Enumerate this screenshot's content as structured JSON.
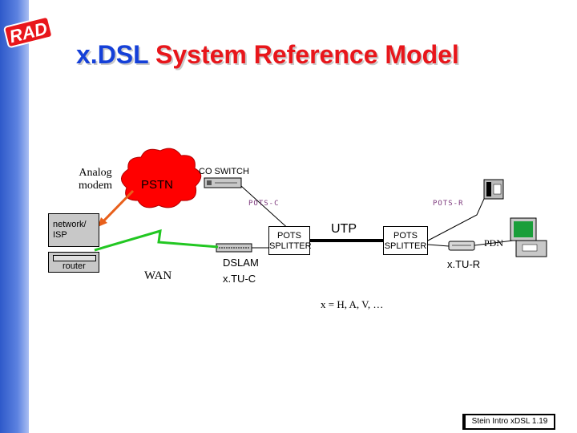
{
  "logo": {
    "text": "RAD"
  },
  "title": {
    "part1": "x.DSL",
    "part2": "System Reference Model"
  },
  "diagram": {
    "analog_modem": "Analog\nmodem",
    "pstn": "PSTN",
    "co_switch": "CO SWITCH",
    "pots_c": "POTS-C",
    "pots_r": "POTS-R",
    "network_isp": "network/\nISP",
    "router": "router",
    "wan": "WAN",
    "pots_splitter_left": "POTS\nSPLITTER",
    "utp": "UTP",
    "pots_splitter_right": "POTS\nSPLITTER",
    "pdn": "PDN",
    "dslam": "DSLAM",
    "xtu_c": "x.TU-C",
    "xtu_r": "x.TU-R",
    "x_values": "x = H, A, V, …"
  },
  "colors": {
    "title_blue": "#1540d8",
    "title_red": "#e8161b",
    "cloud": "#ff0000",
    "sidebar": "#2e59c9",
    "modem_arrow": "#e8601c",
    "wan_link": "#22c722",
    "monitor_screen": "#1a9e3a"
  },
  "footer": {
    "text": "Stein Intro xDSL 1.19"
  }
}
